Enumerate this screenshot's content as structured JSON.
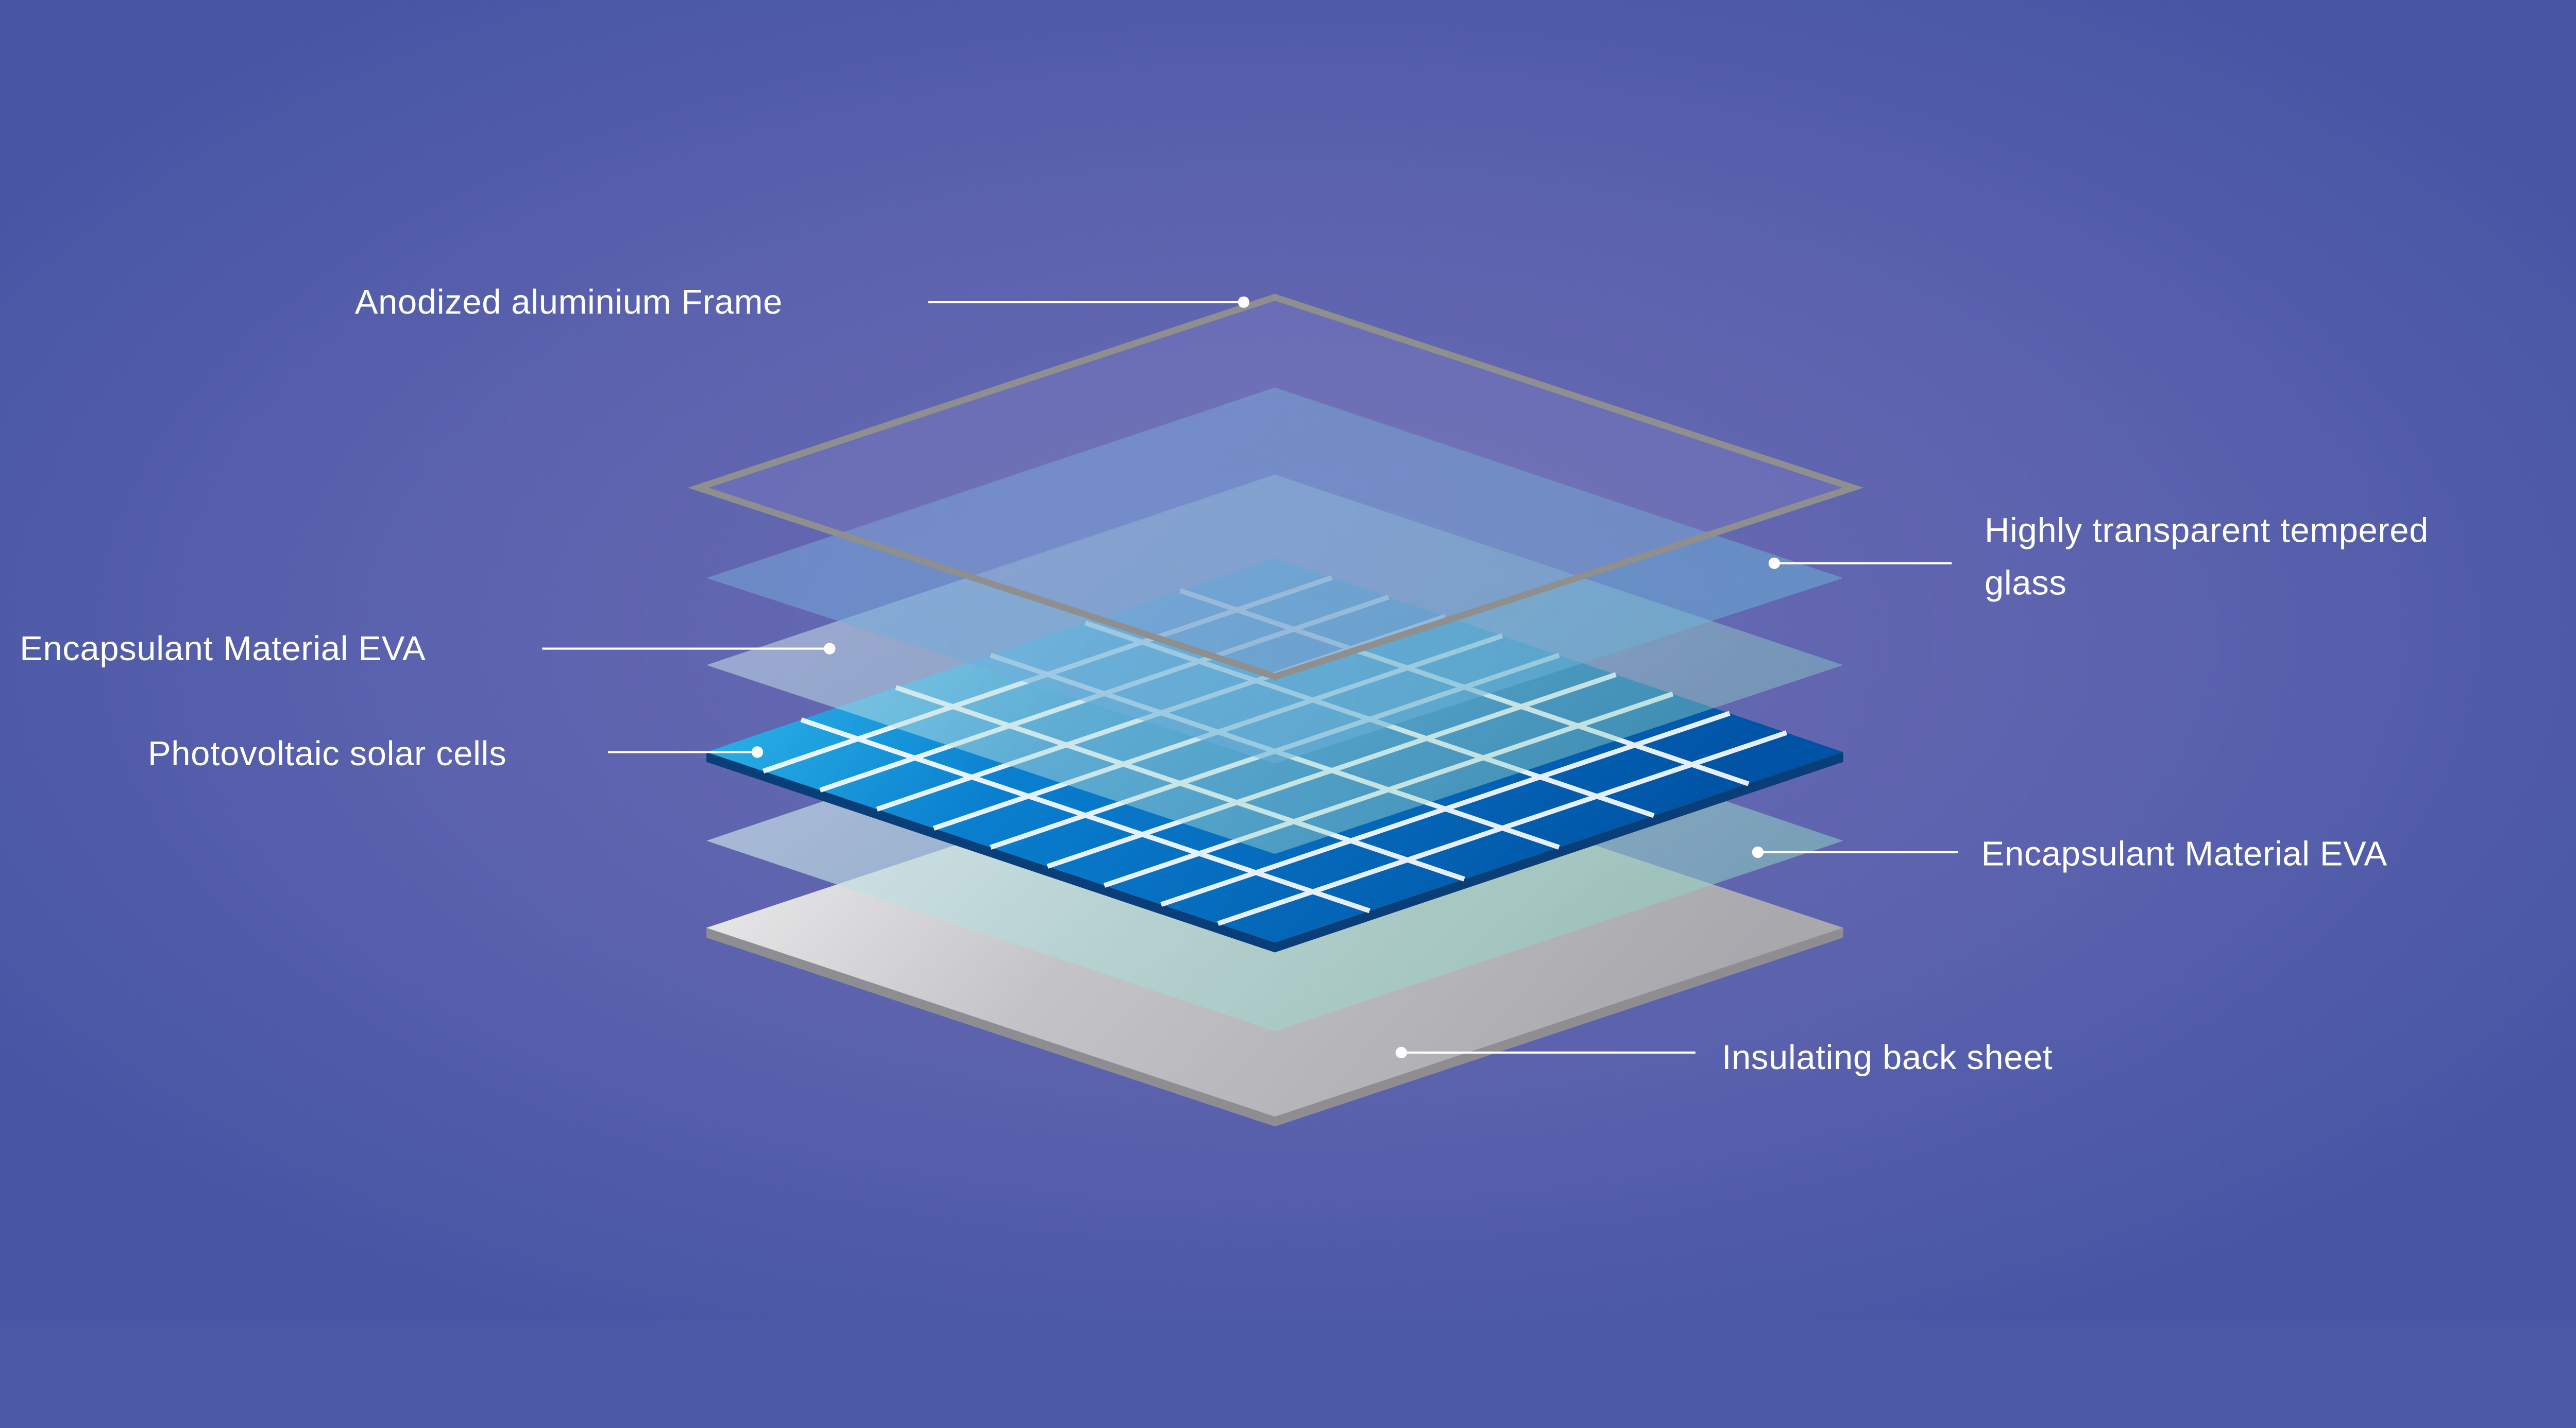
{
  "labels": {
    "frame": "Anodized aluminium Frame",
    "glass_line1": "Highly transparent tempered",
    "glass_line2": "glass",
    "eva_top": "Encapsulant Material EVA",
    "cells": "Photovoltaic solar cells",
    "eva_bottom": "Encapsulant Material EVA",
    "backsheet": "Insulating back sheet"
  },
  "colors": {
    "background_center": "#6a6cb4",
    "background_edge": "#4656a4",
    "frame": "#8f8f8f",
    "cells_light": "#35c4f0",
    "cells_dark": "#0055a8",
    "backsheet": "#b4b4b8"
  }
}
